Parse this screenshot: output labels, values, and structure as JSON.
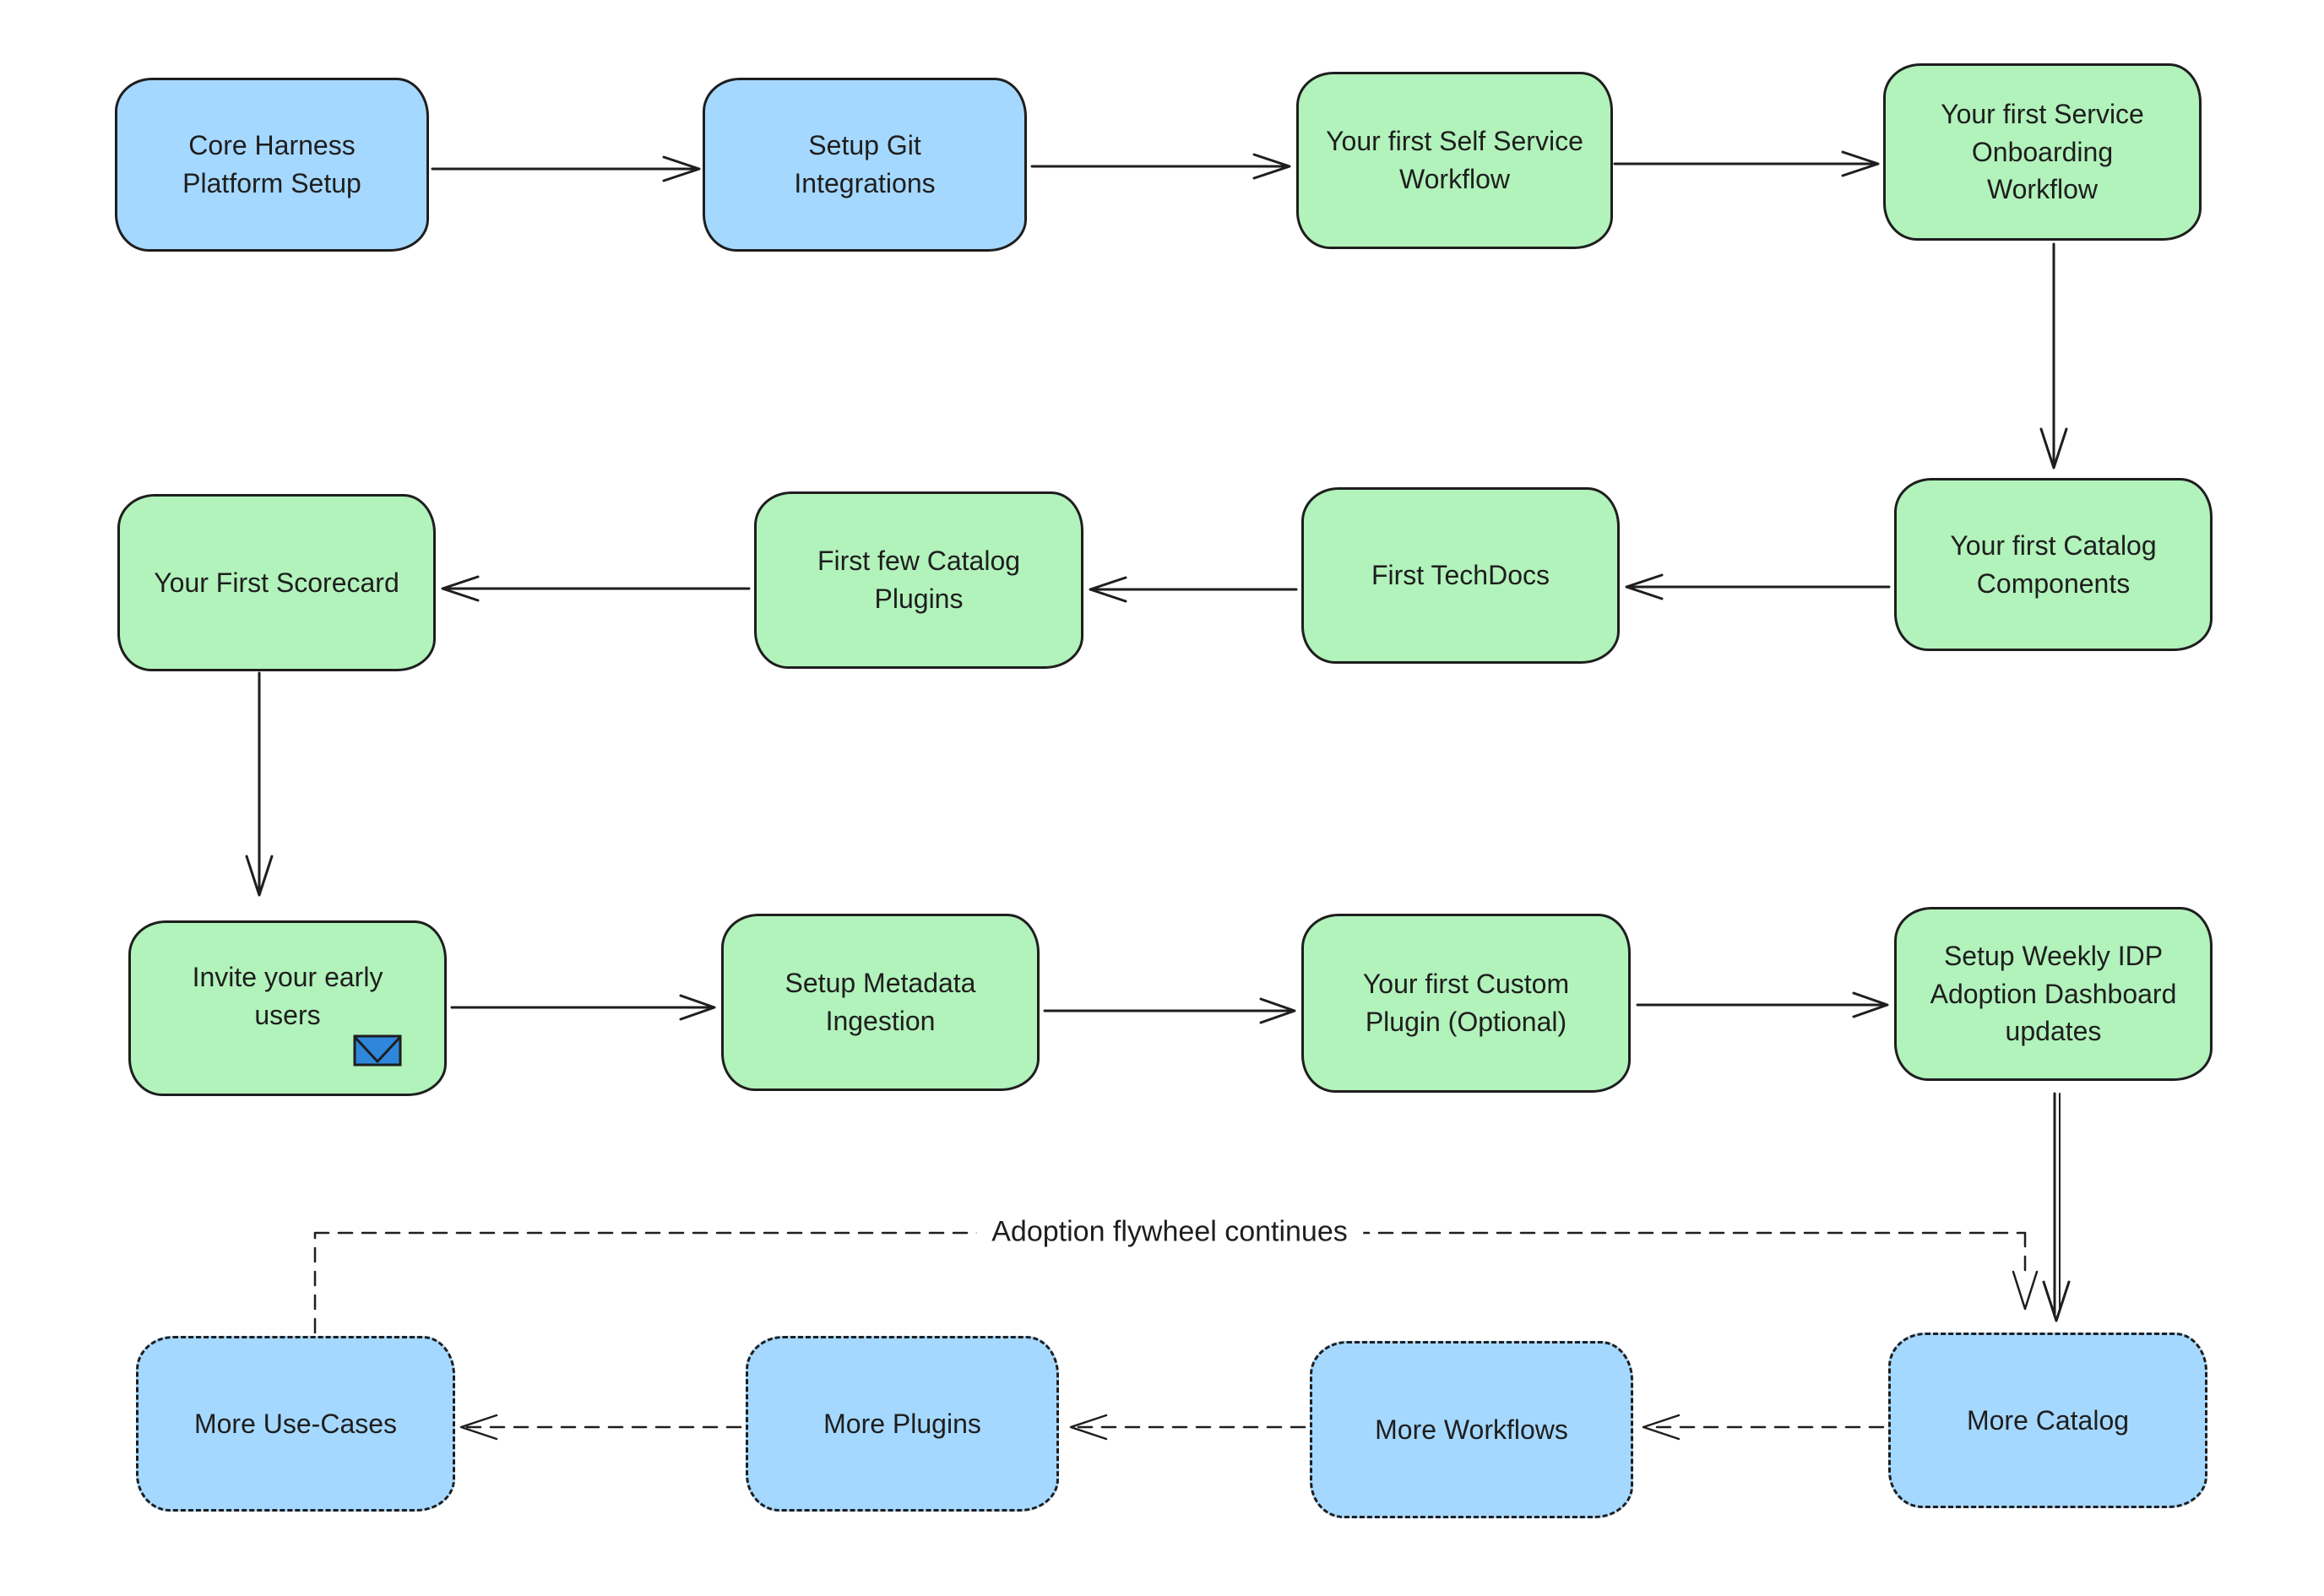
{
  "colors": {
    "background": "#ffffff",
    "node_blue": "#a5d8ff",
    "node_green": "#b2f2bb",
    "stroke": "#1e1e1e",
    "envelope_blue": "#2e87db"
  },
  "flywheel_label": "Adoption flywheel continues",
  "nodes": [
    {
      "label": "Core Harness\nPlatform Setup",
      "color": "blue",
      "border": "solid"
    },
    {
      "label": "Setup Git\nIntegrations",
      "color": "blue",
      "border": "solid"
    },
    {
      "label": "Your first Self Service\nWorkflow",
      "color": "green",
      "border": "solid"
    },
    {
      "label": "Your first Service\nOnboarding\nWorkflow",
      "color": "green",
      "border": "solid"
    },
    {
      "label": "Your first Catalog\nComponents",
      "color": "green",
      "border": "solid"
    },
    {
      "label": "First TechDocs",
      "color": "green",
      "border": "solid"
    },
    {
      "label": "First few Catalog\nPlugins",
      "color": "green",
      "border": "solid"
    },
    {
      "label": "Your First Scorecard",
      "color": "green",
      "border": "solid"
    },
    {
      "label": "Invite your early\nusers",
      "color": "green",
      "border": "solid",
      "icon": "envelope"
    },
    {
      "label": "Setup Metadata\nIngestion",
      "color": "green",
      "border": "solid"
    },
    {
      "label": "Your first Custom\nPlugin (Optional)",
      "color": "green",
      "border": "solid"
    },
    {
      "label": "Setup Weekly IDP\nAdoption Dashboard\nupdates",
      "color": "green",
      "border": "solid"
    },
    {
      "label": "More Catalog",
      "color": "blue",
      "border": "dashed"
    },
    {
      "label": "More Workflows",
      "color": "blue",
      "border": "dashed"
    },
    {
      "label": "More Plugins",
      "color": "blue",
      "border": "dashed"
    },
    {
      "label": "More Use-Cases",
      "color": "blue",
      "border": "dashed"
    }
  ]
}
